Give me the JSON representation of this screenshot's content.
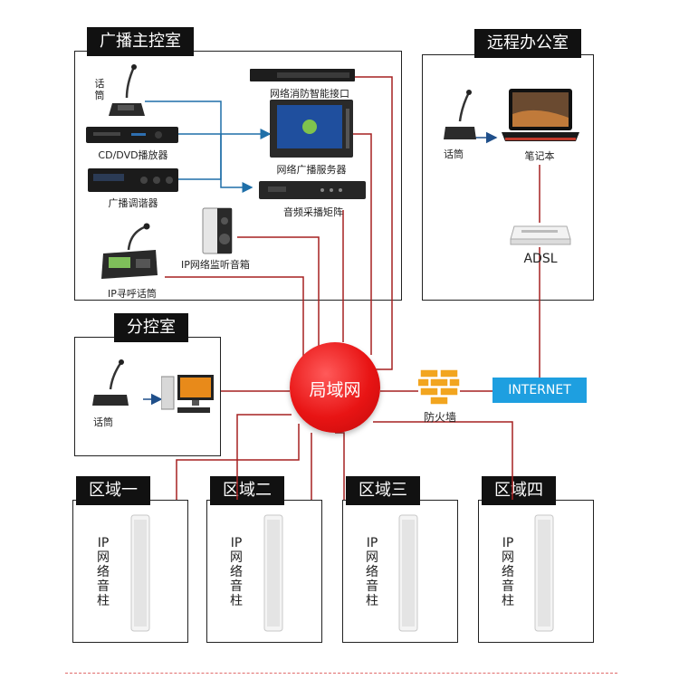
{
  "colors": {
    "wire_red": "#a52020",
    "wire_blue": "#1f6fa8",
    "hub_red": "#e81414",
    "internet_blue": "#1e9fe0",
    "panel_border": "#222222",
    "tag_bg": "#111111"
  },
  "main_room": {
    "title": "广播主控室",
    "mic_label": "话筒",
    "cd_label": "CD/DVD播放器",
    "tuner_label": "广播调谐器",
    "paging_label": "IP寻呼话筒",
    "monitor_label": "IP网络监听音箱",
    "fire_label": "网络消防智能接口",
    "server_label": "网络广播服务器",
    "matrix_label": "音频采播矩阵"
  },
  "remote_office": {
    "title": "远程办公室",
    "mic_label": "话筒",
    "laptop_label": "笔记本",
    "adsl_label": "ADSL"
  },
  "sub_room": {
    "title": "分控室",
    "mic_label": "话筒"
  },
  "hub": {
    "label": "局域网"
  },
  "firewall": {
    "label": "防火墙"
  },
  "internet": {
    "label": "INTERNET"
  },
  "zones": [
    {
      "title": "区域一",
      "speaker_label": "IP网络音柱"
    },
    {
      "title": "区域二",
      "speaker_label": "IP网络音柱"
    },
    {
      "title": "区域三",
      "speaker_label": "IP网络音柱"
    },
    {
      "title": "区域四",
      "speaker_label": "IP网络音柱"
    }
  ]
}
